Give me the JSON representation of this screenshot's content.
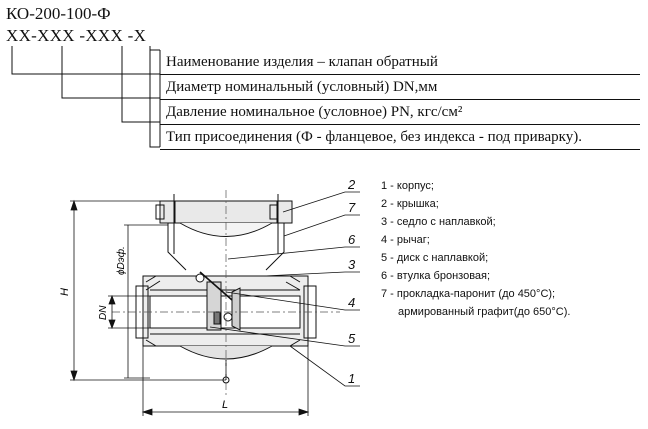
{
  "header": {
    "model_code": "КО-200-100-Ф",
    "code_mask": "ХХ-ХХХ -ХХХ -Х"
  },
  "code_rows": [
    {
      "text": "Наименование изделия – клапан обратный"
    },
    {
      "text": "Диаметр номинальный (условный) DN,мм"
    },
    {
      "text": "Давление номинальное (условное) PN, кгс/см²"
    },
    {
      "text": "Тип присоединения (Ф - фланцевое, без индекса - под приварку)."
    }
  ],
  "drawing": {
    "dim_H": "H",
    "dim_L": "L",
    "dim_DN": "DN",
    "dim_Dnar": "ϕDэф.",
    "callouts": [
      "1",
      "2",
      "3",
      "4",
      "5",
      "6",
      "7"
    ]
  },
  "legend": {
    "items": [
      "1 - корпус;",
      "2 - крышка;",
      "3 - седло с наплавкой;",
      "4 - рычаг;",
      "5 - диск с наплавкой;",
      "6 - втулка бронзовая;",
      "7 - прокладка-паронит (до 450°С);"
    ],
    "continuation": "армированный графит(до 650°С)."
  }
}
